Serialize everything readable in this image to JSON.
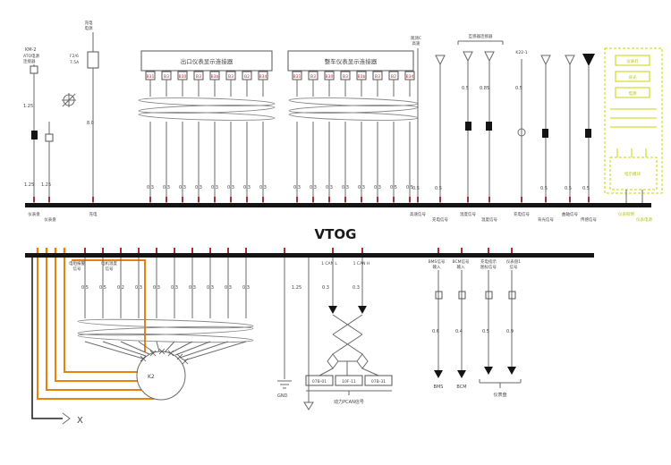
{
  "title": "VTOG",
  "marks": {
    "x": "X",
    "k2": "K2",
    "gnd": "GND"
  },
  "top": {
    "km2": {
      "t": "KM-2",
      "s1": "ATO电源",
      "s2": "连接器"
    },
    "fuse": {
      "top1": "充电",
      "top2": "电源",
      "name": "F2/6",
      "rating": "7.5A",
      "gauge": "8.0"
    },
    "left": {
      "g1": "1.25",
      "g2": "1.25",
      "g3": "1.25",
      "bl1": "仪表盘",
      "bl2": "仪表盘",
      "bl3": "充电"
    },
    "box1": {
      "title": "出口仪表显示连接器",
      "pins": [
        "B31",
        "B3",
        "B30",
        "B3",
        "B3b",
        "B3",
        "B2",
        "B34"
      ],
      "gauges": [
        "0.3",
        "0.3",
        "0.3",
        "0.3",
        "0.3",
        "0.3",
        "0.3",
        "0.3"
      ]
    },
    "box2": {
      "title": "整车仪表显示连接器",
      "pins": [
        "B31",
        "B3",
        "B30",
        "B3",
        "B3b",
        "B3",
        "B2",
        "B34"
      ],
      "gauges": [
        "0.3",
        "0.3",
        "0.3",
        "0.3",
        "0.3",
        "0.3",
        "0.5",
        "0.5"
      ]
    },
    "right": {
      "lblA1": "观测C",
      "lblA2": "高速",
      "bracket": "互感器连接器",
      "k22": "K22-1",
      "g": [
        "0.5",
        "0.5",
        "0.5",
        "0.85",
        "0.5",
        "0.5",
        "0.5",
        "0.5"
      ],
      "bus": [
        "高速信号",
        "充电信号",
        "温度信号",
        "温度信号",
        "充电信号",
        "背光信号",
        "曲轴信号",
        "传感信号"
      ]
    },
    "yellow": {
      "c1": "仪表灯",
      "c2": "背光",
      "c3": "电源",
      "c4": "指示模块",
      "b1": "仪表照明",
      "b2": "仪表电源"
    }
  },
  "bottom": {
    "lblL": [
      "电阻报警",
      "信号",
      "电机温度",
      "信号"
    ],
    "g": [
      "0.5",
      "0.5",
      "0.2",
      "0.3",
      "0.3",
      "0.3",
      "0.3",
      "0.3",
      "0.3",
      "0.3"
    ],
    "gnd_g": "1.25",
    "can": {
      "l": "1 CAN L",
      "h": "1 CAN H",
      "gl": "0.3",
      "gh": "0.3",
      "boxes": [
        "07B-01",
        "10F-11",
        "07B-31"
      ],
      "caption": "动力PCAN信号"
    },
    "bms": {
      "l1": "BMS信号",
      "l2": "输入",
      "g": "0.6",
      "end": "BMS"
    },
    "bcm": {
      "l1": "BCM信号",
      "l2": "输入",
      "g": "0.4",
      "end": "BCM"
    },
    "chg": {
      "l1a": "充电指示",
      "l1b": "图标信号",
      "l2a": "仪表盘1",
      "l2b": "信号",
      "g1": "0.5",
      "g2": "0.9",
      "caption": "仪表盘"
    }
  }
}
